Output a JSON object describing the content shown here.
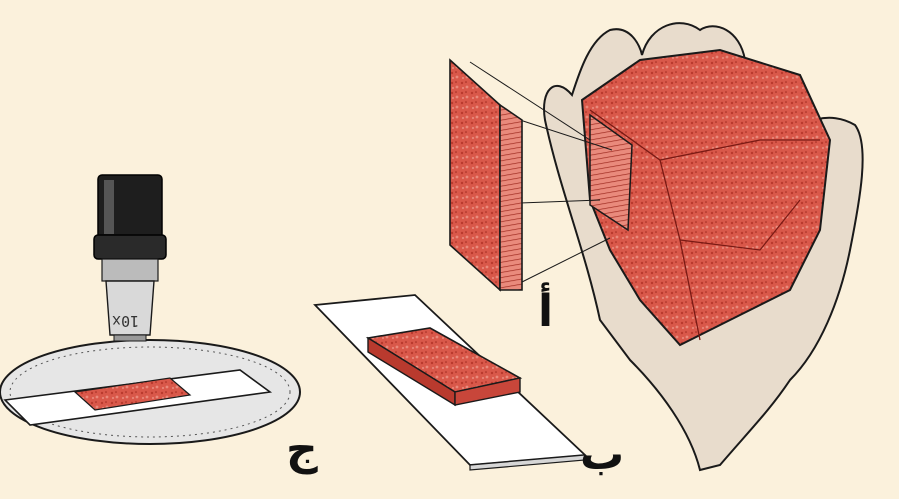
{
  "labels": {
    "stage_a": "أ",
    "stage_b": "ب",
    "stage_c": "ج"
  },
  "objective_marking": "10x",
  "colors": {
    "background": "#fbf1dc",
    "rock": "#d9584a",
    "skin": "#e8dccc",
    "slide": "#ffffff",
    "outline": "#1a1a1a"
  }
}
